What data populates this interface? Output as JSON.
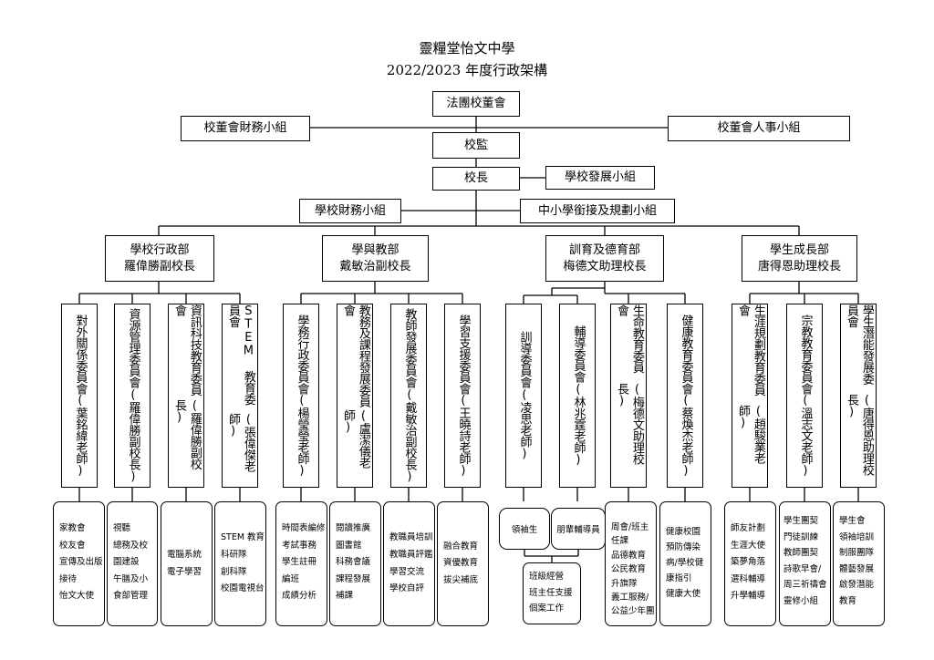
{
  "title": {
    "school": "靈糧堂怡文中學",
    "year": "2022/2023 年度行政架構"
  },
  "top": {
    "board": "法團校董會",
    "finance_group": "校董會財務小組",
    "personnel_group": "校董會人事小組",
    "supervisor": "校監",
    "principal": "校長",
    "development_group": "學校發展小組",
    "school_finance": "學校財務小組",
    "transition": "中小學銜接及規劃小組"
  },
  "departments": [
    {
      "name": "學校行政部",
      "head": "羅偉勝副校長"
    },
    {
      "name": "學與教部",
      "head": "戴敏治副校長"
    },
    {
      "name": "訓育及德育部",
      "head": "梅德文助理校長"
    },
    {
      "name": "學生成長部",
      "head": "唐得恩助理校長"
    }
  ],
  "committees": [
    {
      "name": "對外關係委員會",
      "lead": "(葉銘緯老師)"
    },
    {
      "name": "資源管理委員會",
      "lead": "(羅偉勝副校長)"
    },
    {
      "name": "資訊科技教育委員會",
      "lead": "(羅偉勝副校長)"
    },
    {
      "name": "STEM 教育委員會",
      "lead": "(張偉傑老師)"
    },
    {
      "name": "學務行政委員會",
      "lead": "(楊瑩瑩老師)"
    },
    {
      "name": "教務及課程發展委員會",
      "lead": "(盧潔儀老師)"
    },
    {
      "name": "教師發展委員會",
      "lead": "(戴敏治副校長)"
    },
    {
      "name": "學習支援委員會",
      "lead": "(王曉詩老師)"
    },
    {
      "name": "訓導委員會",
      "lead": "(凌思老師)"
    },
    {
      "name": "輔導委員會",
      "lead": "(林兆霆老師)"
    },
    {
      "name": "生命教育委員會",
      "lead": "(梅德文助理校長)"
    },
    {
      "name": "健康教育委員會",
      "lead": "(蔡煥杰老師)"
    },
    {
      "name": "生涯規劃教育委員會",
      "lead": "(趙駿業老師)"
    },
    {
      "name": "宗教教育委員會",
      "lead": "(溫志文老師)"
    },
    {
      "name": "學生潛能發展委員會",
      "lead": "(唐得恩助理校長)"
    }
  ],
  "details": [
    [
      "家教會",
      "校友會",
      "宣傳及出版",
      "接待",
      "怡文大使"
    ],
    [
      "視聽",
      "總務及校",
      "園建設",
      "午膳及小",
      "食部管理"
    ],
    [
      "電腦系統",
      "電子學習"
    ],
    [
      "STEM 教育",
      "科研隊",
      "創科隊",
      "校園電視台"
    ],
    [
      "時間表編修",
      "考試事務",
      "學生註冊",
      "編班",
      "成績分析"
    ],
    [
      "閱讀推廣",
      "圖書館",
      "科務會議",
      "課程發展",
      "補課"
    ],
    [
      "教職員培訓",
      "教職員評鑑",
      "學習交流",
      "學校自評"
    ],
    [
      "融合教育",
      "資優教育",
      "拔尖補底"
    ],
    [
      "領袖生"
    ],
    [
      "朋輩輔導員"
    ],
    [
      "周會/班主",
      "任課",
      "品德教育",
      "公民教育",
      "升旗隊",
      "義工服務/",
      "公益少年團"
    ],
    [
      "健康校園",
      "預防傳染",
      "病/學校健",
      "康指引",
      "健康大使"
    ],
    [
      "師友計劃",
      "生涯大使",
      "築夢角落",
      "選科輔導",
      "升學輔導"
    ],
    [
      "學生團契",
      "門徒訓練",
      "教師團契",
      "詩歌早會/",
      "周三祈禱會",
      "靈修小組"
    ],
    [
      "學生會",
      "領袖培訓",
      "制服團隊",
      "體藝發展",
      "啟發潛能",
      "教育"
    ]
  ],
  "shared_detail": [
    "班級經營",
    "班主任支援",
    "個案工作"
  ]
}
